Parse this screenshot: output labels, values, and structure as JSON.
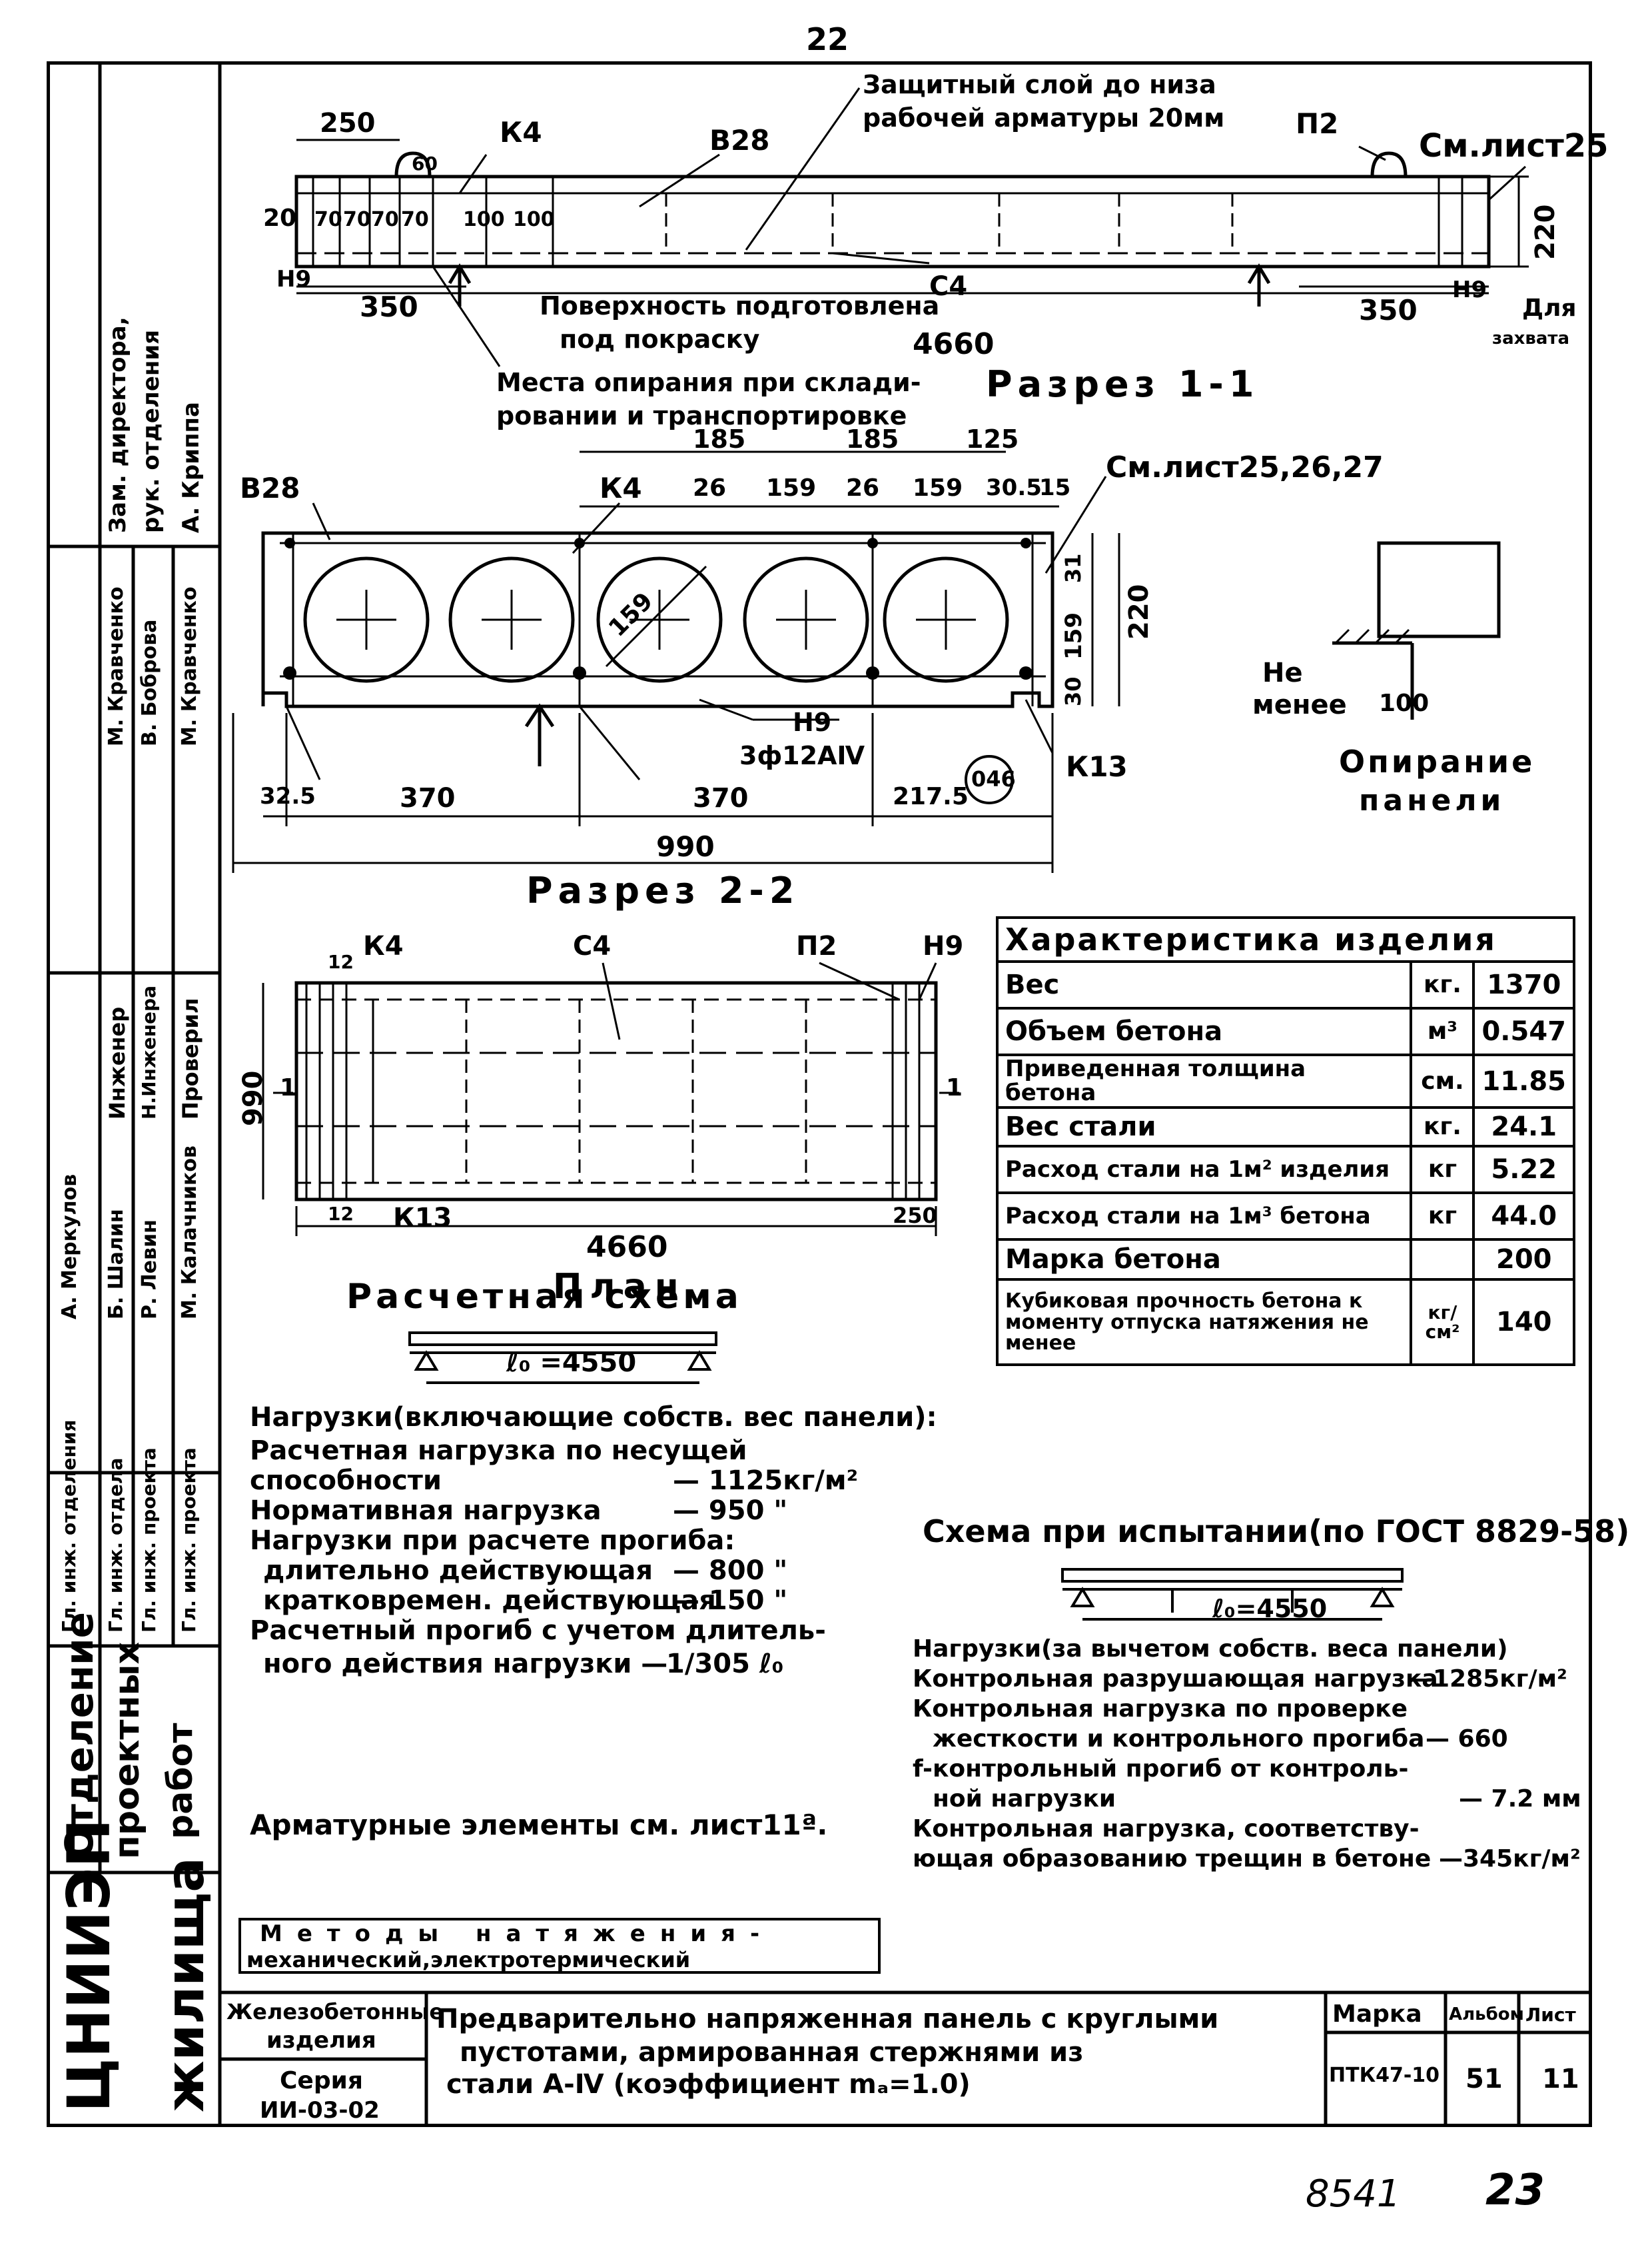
{
  "page_number": "22",
  "footer_handwritten": "8541",
  "footer_page": "23",
  "section_1_1": {
    "title": "Разрез 1-1",
    "protective_layer_line1": "Защитный слой до низа",
    "protective_layer_line2": "рабочей арматуры 20мм",
    "dim_250": "250",
    "dim_60": "60",
    "k4": "К4",
    "v28": "В28",
    "p2": "П2",
    "see_sheet": "См.лист25",
    "dims_left": [
      "20",
      "70",
      "70",
      "70",
      "70",
      "100",
      "100"
    ],
    "n9_left": "Н9",
    "n9_right": "Н9",
    "dim_350_left": "350",
    "dim_350_right": "350",
    "c4": "С4",
    "surface_line1": "Поверхность подготовлена",
    "surface_line2": "под покраску",
    "length": "4660",
    "height": "220",
    "grip_line1": "Для",
    "grip_line2": "захвата",
    "supports_line1": "Места опирания при склади-",
    "supports_line2": "ровании и транспортировке"
  },
  "section_2_2": {
    "title": "Разрез 2-2",
    "top_dims": [
      "185",
      "185",
      "125"
    ],
    "sub_dims": [
      "26",
      "159",
      "26",
      "159",
      "30.5",
      "15"
    ],
    "see_sheets": "См.лист25,26,27",
    "v28": "В28",
    "k4": "К4",
    "hole_dia": "159",
    "right_dims": [
      "31",
      "159",
      "30"
    ],
    "height": "220",
    "n9": "Н9",
    "bars": "3ф12АⅣ",
    "circle_mark": "046",
    "k13": "К13",
    "bottom_dims": [
      "32.5",
      "370",
      "370",
      "217.5"
    ],
    "width": "990"
  },
  "support_detail": {
    "not_less": "Не",
    "not_less2": "менее",
    "dim": "100",
    "title1": "Опирание",
    "title2": "панели"
  },
  "plan": {
    "title": "План",
    "k4": "К4",
    "c4": "С4",
    "p2": "П2",
    "n9": "Н9",
    "dim_12_top": "12",
    "dim_12_bottom": "12",
    "width": "990",
    "k13": "К13",
    "length": "4660",
    "dim_250": "250",
    "cut_left": "1",
    "cut_right": "1"
  },
  "characteristics": {
    "title": "Характеристика изделия",
    "rows": [
      {
        "name": "Вес",
        "unit": "кг.",
        "value": "1370"
      },
      {
        "name": "Объем бетона",
        "unit": "м³",
        "value": "0.547"
      },
      {
        "name": "Приведенная толщина бетона",
        "unit": "см.",
        "value": "11.85"
      },
      {
        "name": "Вес стали",
        "unit": "кг.",
        "value": "24.1"
      },
      {
        "name": "Расход стали на 1м² изделия",
        "unit": "кг",
        "value": "5.22"
      },
      {
        "name": "Расход стали на 1м³ бетона",
        "unit": "кг",
        "value": "44.0"
      },
      {
        "name": "Марка бетона",
        "unit": "",
        "value": "200"
      },
      {
        "name": "Кубиковая прочность бетона к моменту отпуска натяжения не менее",
        "unit": "кг/см²",
        "value": "140"
      }
    ]
  },
  "calc_scheme": {
    "title": "Расчетная схема",
    "span": "ℓ₀ =4550",
    "loads_title": "Нагрузки(включающие собств. вес панели):",
    "lines": [
      {
        "label": "Расчетная нагрузка по несущей",
        "value": ""
      },
      {
        "label": "способности",
        "value": "— 1125кг/м²"
      },
      {
        "label": "Нормативная нагрузка",
        "value": "— 950 \""
      },
      {
        "label": "Нагрузки при расчете прогиба:",
        "value": ""
      },
      {
        "label": "длительно действующая",
        "value": "— 800 \""
      },
      {
        "label": "кратковремен. действующая",
        "value": "— 150 \""
      },
      {
        "label": "Расчетный прогиб с учетом длитель-",
        "value": ""
      },
      {
        "label": "ного действия нагрузки —",
        "value": "1/305 ℓ₀"
      }
    ]
  },
  "test_scheme": {
    "title": "Схема при испытании(по ГОСТ 8829-58)",
    "span": "ℓ₀=4550",
    "lines": [
      {
        "label": "Нагрузки(за вычетом собств. веса панели)",
        "value": ""
      },
      {
        "label": "Контрольная разрушающая нагрузка",
        "value": "—1285кг/м²"
      },
      {
        "label": "Контрольная нагрузка по проверке",
        "value": ""
      },
      {
        "label": "жесткости и контрольного прогиба",
        "value": "— 660"
      },
      {
        "label": "f-контрольный прогиб от контроль-",
        "value": ""
      },
      {
        "label": "ной нагрузки",
        "value": "— 7.2 мм"
      },
      {
        "label": "Контрольная нагрузка, соответству-",
        "value": ""
      },
      {
        "label": "ющая образованию трещин в бетоне",
        "value": "—345кг/м²"
      }
    ]
  },
  "reinforcement_note": "Арматурные элементы см. лист11ª.",
  "tension_methods": {
    "line1": "Методы натяжения-",
    "line2": "механический,электротермический"
  },
  "title_block": {
    "org1": "ЦНИИЭП",
    "org2": "жилища",
    "dept1": "Отделение",
    "dept2": "проектных",
    "dept3": "работ",
    "roles": [
      "Гл. инж. отделения",
      "Гл. инж. отдела",
      "Гл. инж. проекта",
      "Гл. инж. проекта"
    ],
    "names_left": [
      "А. Меркулов",
      "Б. Шалин",
      "Р. Левин",
      "М. Калачников"
    ],
    "roles2": [
      "Инженер",
      "Н.Инженера",
      "Проверил"
    ],
    "names_right": [
      "М. Кравченко",
      "В. Боброва",
      "М. Кравченко"
    ],
    "roles3": [
      "Зам. директора,",
      "рук. отделения",
      "А. Криппа"
    ],
    "category_line1": "Железобетонные",
    "category_line2": "изделия",
    "series_label": "Серия",
    "series_value": "ИИ-03-02",
    "description_line1": "Предварительно напряженная панель с круглыми",
    "description_line2": "пустотами, армированная стержнями из",
    "description_line3": "стали А-Ⅳ  (коэффициент mₐ=1.0)",
    "mark_label": "Марка",
    "mark_value": "ПТК47-10",
    "album_label": "Альбом",
    "album_value": "51",
    "sheet_label": "Лист",
    "sheet_value": "11"
  }
}
